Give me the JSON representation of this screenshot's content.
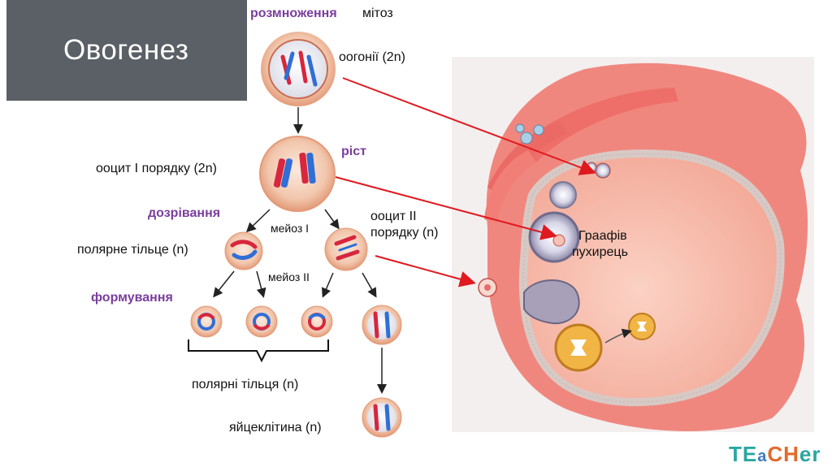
{
  "slide": {
    "title": "Овогенез"
  },
  "stages": {
    "reproduction": "розмноження",
    "mitosis": "мітоз",
    "growth": "ріст",
    "maturation": "дозрівання",
    "formation": "формування"
  },
  "cells": {
    "oogonia": "оогонії (2n)",
    "oocyte1": "ооцит I порядку (2n)",
    "oocyte2_line1": "ооцит II",
    "oocyte2_line2": "порядку (n)",
    "polar_body": "полярне тільце (n)",
    "polar_bodies": "полярні тільця (n)",
    "egg": "яйцеклітина (n)"
  },
  "divisions": {
    "meiosis1": "мейоз I",
    "meiosis2": "мейоз II"
  },
  "ovary": {
    "label_line1": "Граафів",
    "label_line2": "пухирець"
  },
  "colors": {
    "title_bg": "#5b5f66",
    "stage_purple": "#7a3e9d",
    "cell_fill": "#f1c9b3",
    "chromosome_red": "#d7263d",
    "chromosome_blue": "#2f6fd6",
    "pointer_red": "#e0191f",
    "ovary_pink": "#f08a84"
  },
  "logo": {
    "brand": "TEaCHer"
  }
}
